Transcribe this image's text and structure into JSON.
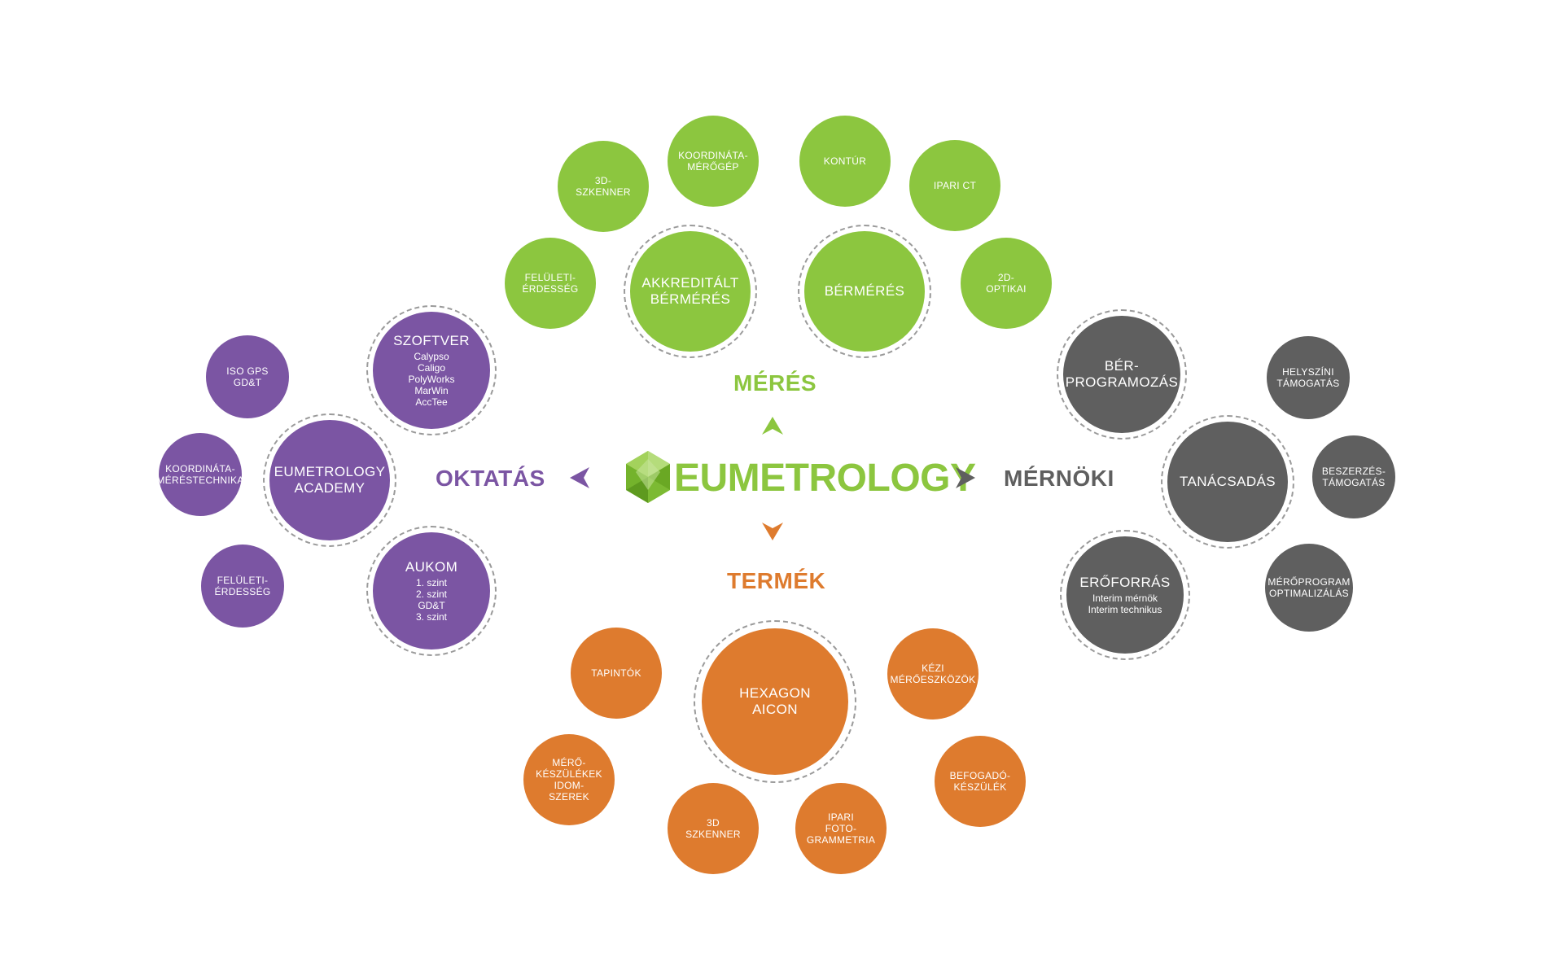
{
  "brand": {
    "name": "EUMETROLOGY"
  },
  "colors": {
    "green": "#8cc63f",
    "purple": "#7b55a3",
    "orange": "#de7b2e",
    "gray": "#5f5f5f"
  },
  "categories": {
    "meres": {
      "label": "MÉRÉS",
      "color": "#8cc63f"
    },
    "oktatas": {
      "label": "OKTATÁS",
      "color": "#7b55a3"
    },
    "mernoki": {
      "label": "MÉRNÖKI",
      "color": "#5f5f5f"
    },
    "termek": {
      "label": "TERMÉK",
      "color": "#de7b2e"
    }
  },
  "meres": {
    "main": [
      {
        "label": "AKKREDITÁLT\nBÉRMÉRÉS"
      },
      {
        "label": "BÉRMÉRÉS"
      }
    ],
    "small": [
      {
        "label": "FELÜLETI-\nÉRDESSÉG"
      },
      {
        "label": "3D-\nSZKENNER"
      },
      {
        "label": "KOORDINÁTA-\nMÉRŐGÉP"
      },
      {
        "label": "KONTÚR"
      },
      {
        "label": "IPARI CT"
      },
      {
        "label": "2D-\nOPTIKAI"
      }
    ]
  },
  "oktatas": {
    "main": [
      {
        "label": "SZOFTVER",
        "sub": "Calypso\nCaligo\nPolyWorks\nMarWin\nAccTee"
      },
      {
        "label": "EUMETROLOGY\nACADEMY"
      },
      {
        "label": "AUKOM",
        "sub": "1. szint\n2. szint\nGD&T\n3. szint"
      }
    ],
    "small": [
      {
        "label": "ISO GPS\nGD&T"
      },
      {
        "label": "KOORDINÁTA-\nMÉRÉSTECHNIKA"
      },
      {
        "label": "FELÜLETI-\nÉRDESSÉG"
      }
    ]
  },
  "mernoki": {
    "main": [
      {
        "label": "BÉR-\nPROGRAMOZÁS"
      },
      {
        "label": "TANÁCSADÁS"
      },
      {
        "label": "ERŐFORRÁS",
        "sub": "Interim mérnök\nInterim technikus"
      }
    ],
    "small": [
      {
        "label": "HELYSZÍNI\nTÁMOGATÁS"
      },
      {
        "label": "BESZERZÉS-\nTÁMOGATÁS"
      },
      {
        "label": "MÉRŐPROGRAM\nOPTIMALIZÁLÁS"
      }
    ]
  },
  "termek": {
    "main": [
      {
        "label": "HEXAGON\nAICON"
      }
    ],
    "small": [
      {
        "label": "TAPINTÓK"
      },
      {
        "label": "KÉZI\nMÉRŐESZKÖZÖK"
      },
      {
        "label": "MÉRŐ-\nKÉSZÜLÉKEK\nIDOM-\nSZEREK"
      },
      {
        "label": "BEFOGADÓ-\nKÉSZÜLÉK"
      },
      {
        "label": "3D\nSZKENNER"
      },
      {
        "label": "IPARI\nFOTO-\nGRAMMETRIA"
      }
    ]
  }
}
